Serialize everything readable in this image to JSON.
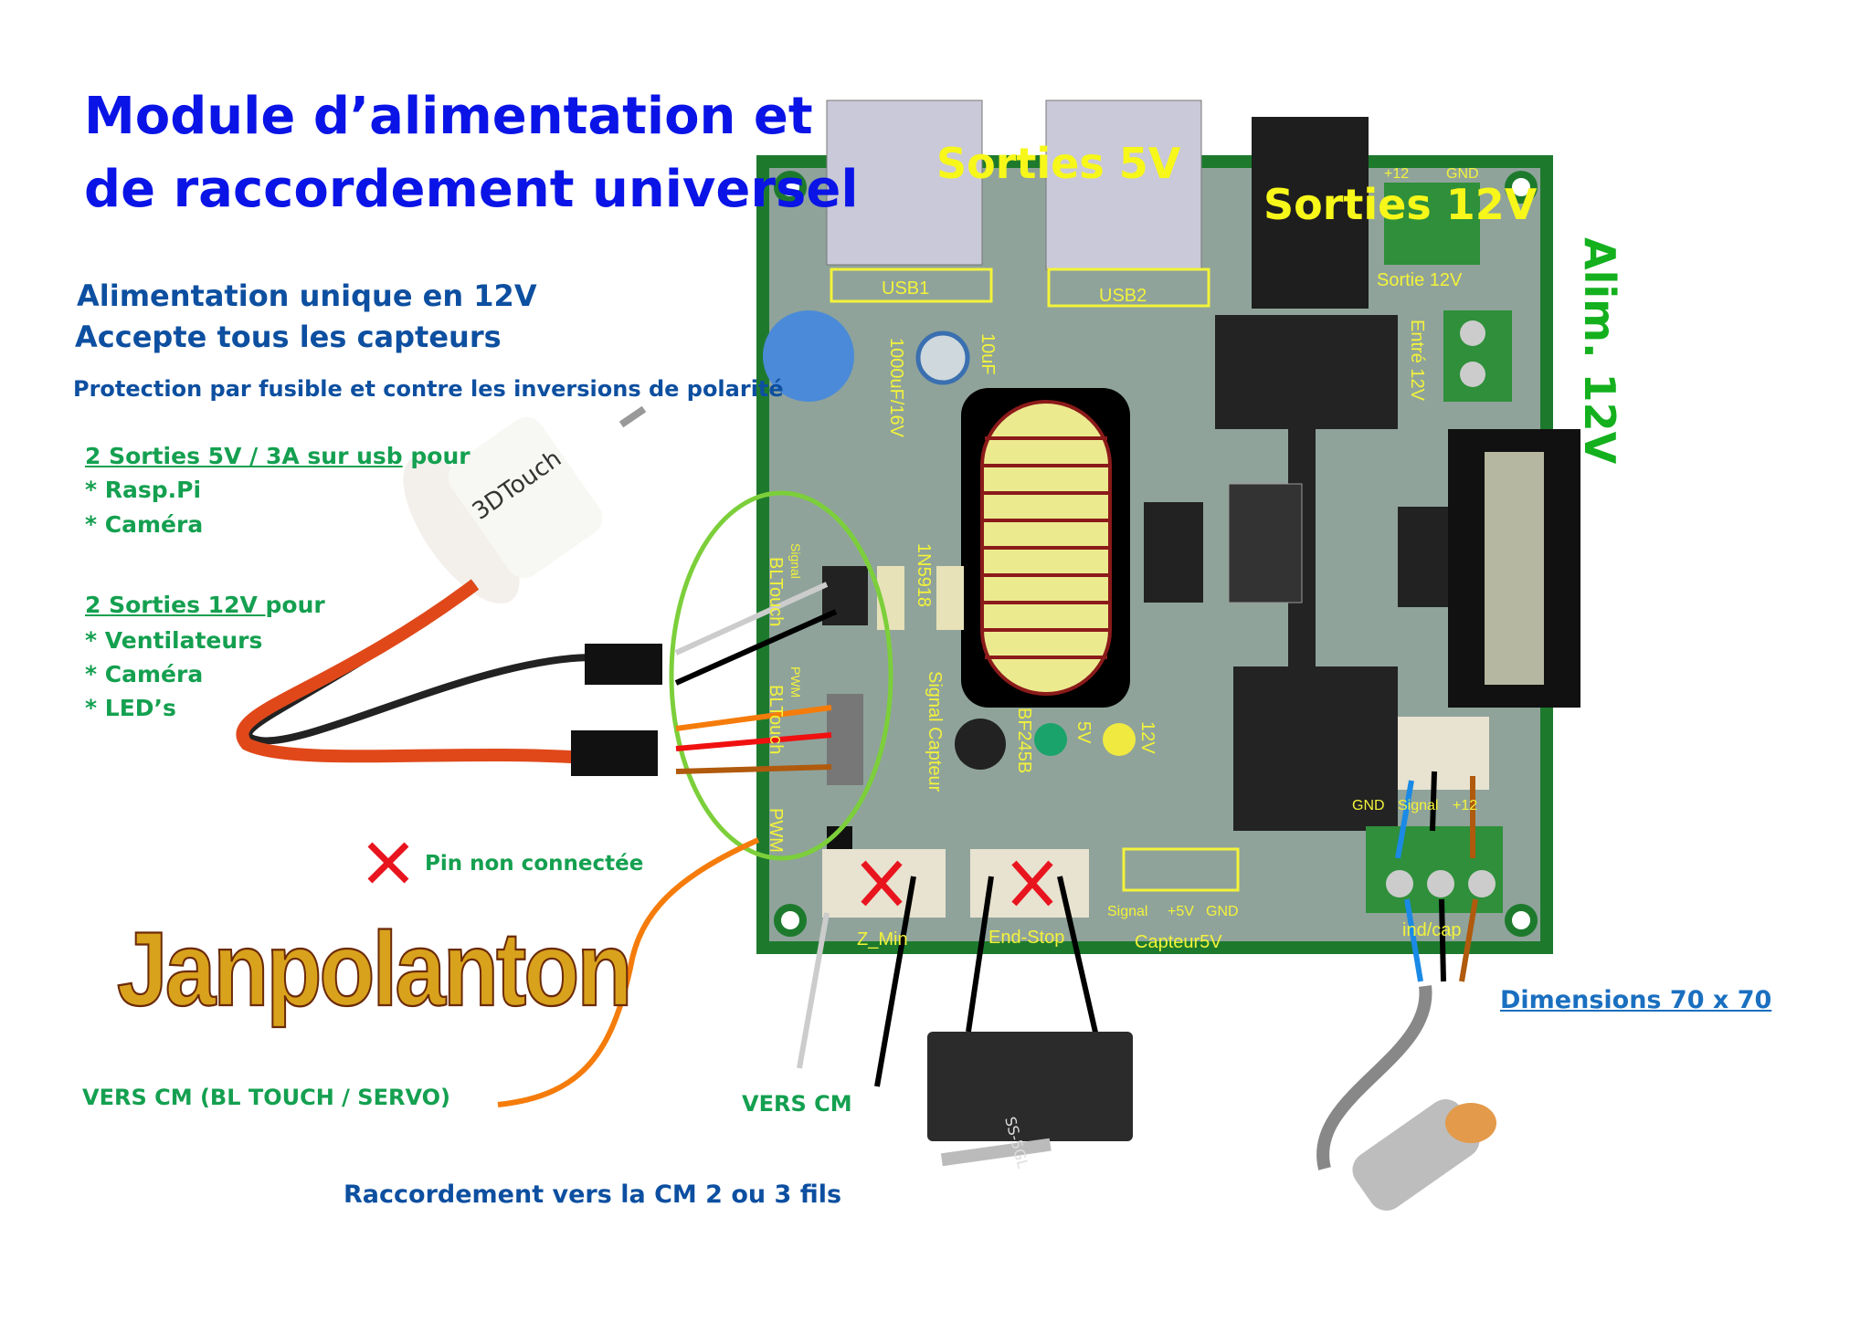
{
  "title": {
    "line1": "Module d’alimentation et",
    "line2": "de raccordement universel"
  },
  "features": {
    "single_supply": "Alimentation unique en 12V",
    "sensors": "Accepte tous les capteurs",
    "protection": "Protection par fusible et contre les inversions de polarité"
  },
  "outputs_5v": {
    "heading": "2 Sorties 5V / 3A sur usb",
    "suffix": "pour",
    "items": [
      "* Rasp.Pi",
      "* Caméra"
    ]
  },
  "outputs_12v": {
    "heading": "2 Sorties 12V ",
    "suffix": "pour",
    "items": [
      "* Ventilateurs",
      "* Caméra",
      "* LED’s"
    ]
  },
  "board": {
    "overlay": {
      "out5v": "Sorties 5V",
      "out12v": "Sorties 12V",
      "alim": "Alim. 12V"
    },
    "silk": {
      "usb1": "USB1",
      "usb2": "USB2",
      "sortie12": "Sortie 12V",
      "p12": "+12",
      "gnd": "GND",
      "entre12": "Entré 12V",
      "cap1": "1000uF/16V",
      "cap2": "10uF",
      "diode": "1N5918",
      "transistor": "BF245B",
      "led5": "5V",
      "led12": "12V",
      "signal_capteur": "Signal Capteur",
      "bltouch": "BLTouch",
      "signal": "Signal",
      "pwm": "PWM",
      "zmin": "Z_Min",
      "endstop": "End-Stop",
      "capteur5v": "Capteur5V",
      "sig": "Signal",
      "p5v": "+5V",
      "gnd2": "GND",
      "ind": "ind/cap",
      "gnd3": "GND",
      "sig3": "Signal",
      "p12b": "+12"
    }
  },
  "probe_brand": "3DTouch",
  "legend": {
    "pin_not_connected": "Pin non connectée"
  },
  "logo": "Janpolanton",
  "labels": {
    "to_cm_bltouch": "VERS CM (BL TOUCH / SERVO)",
    "to_cm": "VERS CM",
    "connection": "Raccordement vers la CM 2 ou 3 fils",
    "dimensions": "Dimensions 70 x 70"
  },
  "switch_text": "SS-5GL",
  "colors": {
    "title": "#0a14e6",
    "subtitle": "#0d4fa0",
    "green_text": "#14a050",
    "overlay": "#f3f33a",
    "pcb": "#8fa39b",
    "pcb_border": "#1d7a2d",
    "not_connected": "#e8141e"
  }
}
